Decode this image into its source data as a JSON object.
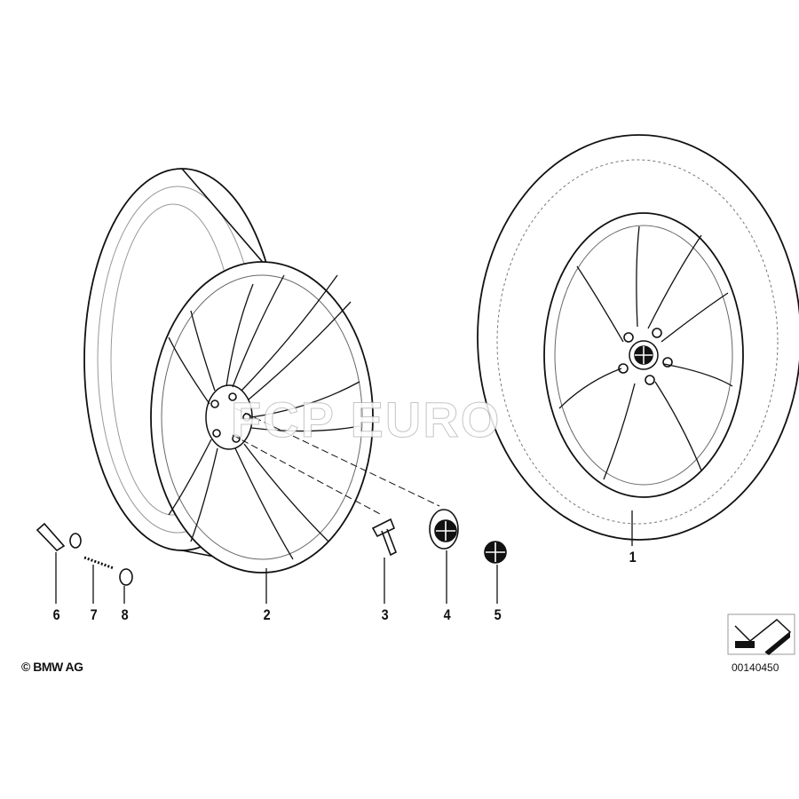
{
  "diagram": {
    "callouts": [
      {
        "id": "1",
        "label": "1"
      },
      {
        "id": "2",
        "label": "2"
      },
      {
        "id": "3",
        "label": "3"
      },
      {
        "id": "4",
        "label": "4"
      },
      {
        "id": "5",
        "label": "5"
      },
      {
        "id": "6",
        "label": "6"
      },
      {
        "id": "7",
        "label": "7"
      },
      {
        "id": "8",
        "label": "8"
      }
    ],
    "copyright": "© BMW AG",
    "document_number": "00140450",
    "watermark": "FCP EURO"
  }
}
